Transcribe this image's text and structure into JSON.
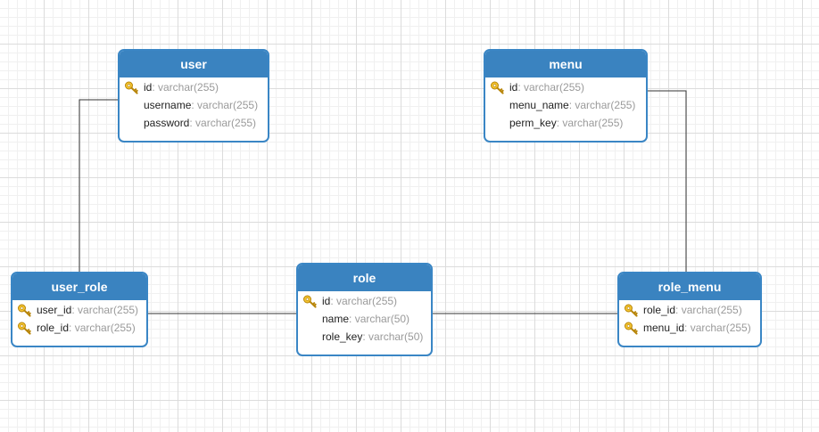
{
  "entities": {
    "user": {
      "title": "user",
      "fields": [
        {
          "name": "id",
          "type": ": varchar(255)",
          "pk": true
        },
        {
          "name": "username",
          "type": ": varchar(255)",
          "pk": false
        },
        {
          "name": "password",
          "type": ": varchar(255)",
          "pk": false
        }
      ]
    },
    "menu": {
      "title": "menu",
      "fields": [
        {
          "name": "id",
          "type": ": varchar(255)",
          "pk": true
        },
        {
          "name": "menu_name",
          "type": ": varchar(255)",
          "pk": false
        },
        {
          "name": "perm_key",
          "type": ": varchar(255)",
          "pk": false
        }
      ]
    },
    "user_role": {
      "title": "user_role",
      "fields": [
        {
          "name": "user_id",
          "type": ": varchar(255)",
          "pk": true
        },
        {
          "name": "role_id",
          "type": ": varchar(255)",
          "pk": true
        }
      ]
    },
    "role": {
      "title": "role",
      "fields": [
        {
          "name": "id",
          "type": ": varchar(255)",
          "pk": true
        },
        {
          "name": "name",
          "type": ": varchar(50)",
          "pk": false
        },
        {
          "name": "role_key",
          "type": ": varchar(50)",
          "pk": false
        }
      ]
    },
    "role_menu": {
      "title": "role_menu",
      "fields": [
        {
          "name": "role_id",
          "type": ": varchar(255)",
          "pk": true
        },
        {
          "name": "menu_id",
          "type": ": varchar(255)",
          "pk": true
        }
      ]
    }
  },
  "relations": [
    {
      "from": "user",
      "to": "user_role"
    },
    {
      "from": "user_role",
      "to": "role"
    },
    {
      "from": "role",
      "to": "role_menu"
    },
    {
      "from": "role_menu",
      "to": "menu"
    }
  ],
  "colors": {
    "header": "#3a83c0",
    "border": "#3a86c5",
    "connector": "#333333",
    "key_fill": "#f4c430",
    "key_stroke": "#b8860b",
    "type_text": "#9a9a9a"
  }
}
